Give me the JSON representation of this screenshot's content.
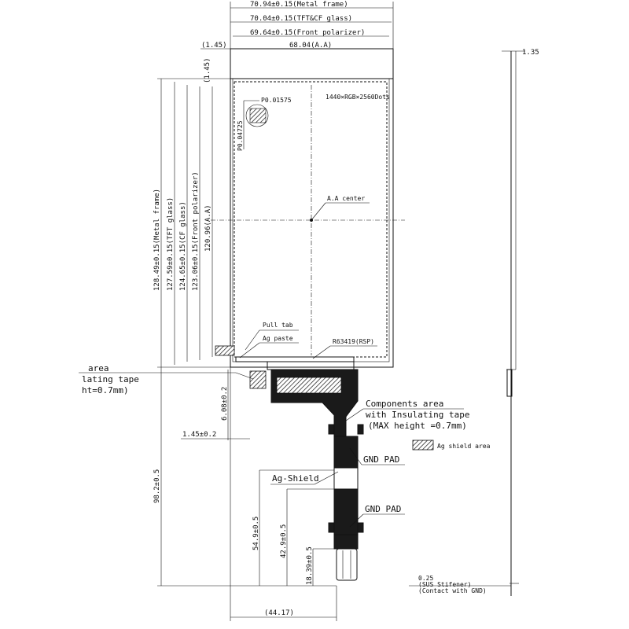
{
  "dimensions_top": {
    "metal_frame_width": "70.94±0.15(Metal frame)",
    "glass_width": "70.04±0.15(TFT&CF glass)",
    "polarizer_width": "69.64±0.15(Front polarizer)",
    "aa_width": "68.04(A.A)",
    "left_offset_x": "(1.45)",
    "left_offset_y": "(1.45)"
  },
  "dimensions_left": {
    "metal_frame_height": "128.49±0.15(Metal frame)",
    "tft_height": "127.59±0.15(TFT glass)",
    "cf_height": "124.65±0.15(CF glass)",
    "polarizer_height": "123.06±0.15(Front polarizer)",
    "aa_height": "120.96(A.A)",
    "fpc_offset": "6.08±0.2",
    "fpc_left": "1.45±0.2",
    "total_fpc_length": "98.2±0.5",
    "gnd_pad_1": "54.9±0.5",
    "gnd_pad_2": "42.9±0.5",
    "connector": "18.39±0.5",
    "bottom_width": "(44.17)"
  },
  "side_view": {
    "thickness": "1.35",
    "stiffener_thk": "0.25",
    "stiffener_label": "(SUS Stifener)",
    "stiffener_note": "(Contact with GND)"
  },
  "labels": {
    "pixel_pitch_1": "P0.01575",
    "pixel_pitch_2": "P0.04725",
    "resolution": "1440×RGB×2560Dots",
    "aa_center": "A.A center",
    "pull_tab": "Pull tab",
    "ag_paste": "Ag paste",
    "driver_ic": "R63419(RSP)",
    "components_area_1": "Components area",
    "components_area_2": "with Insulating tape",
    "components_area_3": "(MAX height =0.7mm)",
    "ag_shield_legend": "Ag shield area",
    "gnd_pad_a": "GND PAD",
    "gnd_pad_b": "GND PAD",
    "ag_shield": "Ag-Shield",
    "left_note_1": "area",
    "left_note_2": "lating tape",
    "left_note_3": "ht=0.7mm)"
  }
}
